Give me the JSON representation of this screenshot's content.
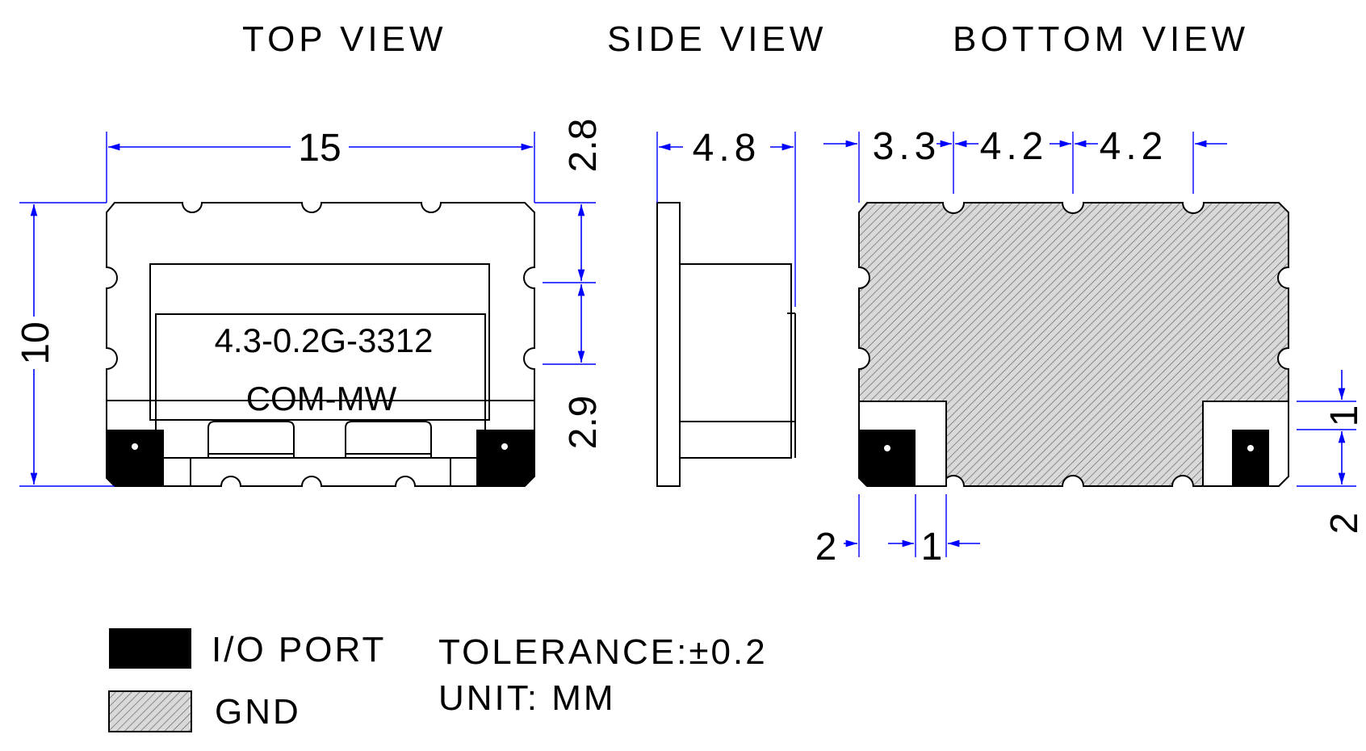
{
  "titles": {
    "top_view": "TOP VIEW",
    "side_view": "SIDE VIEW",
    "bottom_view": "BOTTOM VIEW"
  },
  "top_view": {
    "marking_line1": "4.3-0.2G-3312",
    "marking_line2": "COM-MW",
    "dim_width": "15",
    "dim_height": "10",
    "dim_upper": "2.8",
    "dim_lower": "2.9"
  },
  "side_view": {
    "dim_thickness": "4.8"
  },
  "bottom_view": {
    "dim_first_pitch": "3.3",
    "dim_pitch_a": "4.2",
    "dim_pitch_b": "4.2",
    "dim_pad_width": "2",
    "dim_pad_gap": "1",
    "dim_pad_height_small": "1",
    "dim_pad_height": "2"
  },
  "legend": {
    "io_port": "I/O PORT",
    "gnd": "GND",
    "tolerance": "TOLERANCE:±0.2",
    "unit": "UNIT: MM"
  },
  "colors": {
    "outline": "#000000",
    "dimension": "#0000ff",
    "pad": "#000000",
    "background": "#ffffff"
  }
}
